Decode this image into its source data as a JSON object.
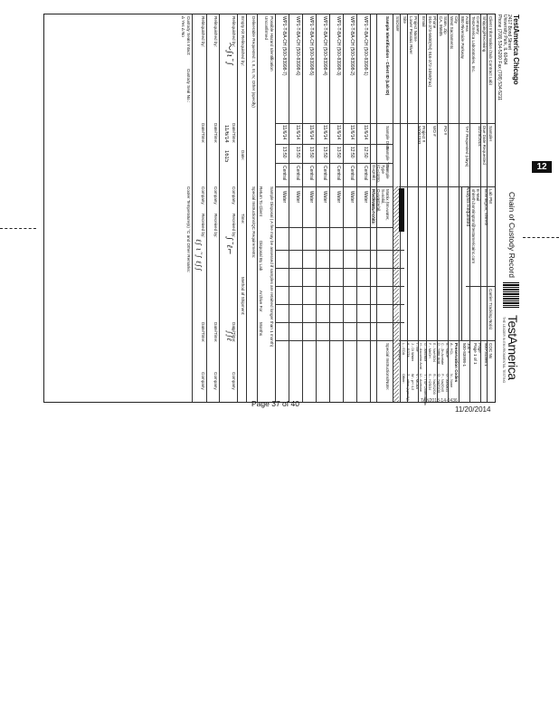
{
  "lab": {
    "name": "TestAmerica Chicago",
    "address_line1": "2417 Bond Street",
    "address_line2": "University Park, IL 60484",
    "phone": "Phone (708) 534-5200 Fax (708) 534-5211"
  },
  "title": "Chain of Custody Record",
  "logo_text": "TestAmerica",
  "logo_sub": "THE LEADER IN ENVIRONMENTAL TESTING",
  "client_info": {
    "client_contact_label": "Client Information (Sub Contract Lab)",
    "shipping_label": "Shipping/Receiving",
    "company_label": "Company",
    "company": "TestAmerica Laboratories, Inc.",
    "address_label": "Address",
    "address": "880 Riverside Parkway",
    "city_label": "City",
    "city": "West Sacramento",
    "state_zip_label": "State, Zip",
    "state_zip": "CA, 95605",
    "phone_label": "Phone",
    "phone": "916-373-5600(Tel) 916-372-1059(Fax)",
    "email_label": "Email",
    "project_label": "Project Name",
    "project": "Lower Passaic River",
    "site_label": "Site",
    "ssow_label": "SSOW#"
  },
  "sampler": {
    "sampler_label": "Sampler",
    "lab_pm_label": "Lab PM",
    "lab_pm": "Bonnington, Shireth",
    "email_label": "E-Mail",
    "email": "shireth.bonnington@testamericainc.com",
    "carrier_label": "Carrier Tracking No(s)",
    "coc_label": "COC No",
    "coc": "500-31386.1",
    "page_label": "Page",
    "page": "Page 1 of 1",
    "job_label": "Job #",
    "job": "500-83998-1"
  },
  "due_date": {
    "label": "Due Date Requested",
    "value": "11/25/2014",
    "tat_label": "TAT Requested (days)",
    "po_label": "PO #",
    "wo_label": "WO #",
    "project_no_label": "Project #",
    "project_no": "50004393"
  },
  "analysis_header": "Analysis Requested",
  "preservation_header": "Preservation Codes",
  "preservation_codes": [
    "A - HCL",
    "B - NaOH",
    "C - Zn Acetate",
    "D - Nitric Acid",
    "E - NaHSO4",
    "F - MeOH",
    "G - Amchlor",
    "H - Ascorbic Acid",
    "I - Ice",
    "J - DI Water",
    "K - EDTA",
    "L - EDA",
    "M - Hexane",
    "N - None",
    "O - AsNaO2",
    "P - Na2O4S",
    "Q - Na2SO3",
    "R - Na2S2O3",
    "S - H2SO4",
    "T - TSP Dodecahydrate",
    "U - Acetone",
    "V - MCAA",
    "W - pH 4-5",
    "Z - other (specify)",
    "Other:"
  ],
  "column_headers": {
    "sample_id": "Sample Identification - Client ID (Lab ID)",
    "sample_date": "Sample Date",
    "sample_time": "Sample Time",
    "sample_type": "Sample Type (C=comp, G=grab)",
    "matrix": "Matrix (W=water, S=solid, O=waste/oil, BT=Tissue, A=Air)",
    "filtered": "Field Filtered Sample (Yes or No)",
    "ms_msd": "Perform MS/MSD (Yes or No)",
    "containers": "Total Number of containers",
    "special": "Special Instructions/Note:",
    "preservation_code": "Preservation Code:"
  },
  "samples": [
    {
      "id": "WP1-T-BA-CH (500-83998-1)",
      "date": "11/6/14",
      "time": "12:50",
      "type": "Central",
      "matrix": "Water"
    },
    {
      "id": "WP1-T-BA-CH (500-83998-2)",
      "date": "11/6/14",
      "time": "12:50",
      "type": "Central",
      "matrix": "Water"
    },
    {
      "id": "WP1-T-BA-CH (500-83998-3)",
      "date": "11/6/14",
      "time": "13:50",
      "type": "Central",
      "matrix": "Water"
    },
    {
      "id": "WP1-T-BA-CH (500-83998-4)",
      "date": "11/6/14",
      "time": "13:50",
      "type": "Central",
      "matrix": "Water"
    },
    {
      "id": "WP1-T-BA-CH (500-83998-5)",
      "date": "11/6/14",
      "time": "13:50",
      "type": "Central",
      "matrix": "Water"
    },
    {
      "id": "WP1-T-BA-CH (500-83998-6)",
      "date": "11/6/14",
      "time": "13:50",
      "type": "Central",
      "matrix": "Water"
    },
    {
      "id": "WP1-T-BA-CH (500-83998-7)",
      "date": "11/6/14",
      "time": "13:50",
      "type": "Central",
      "matrix": "Water"
    }
  ],
  "footer": {
    "hazard_label": "Possible Hazard Identification",
    "hazard_value": "Unconfirmed",
    "deliverable_label": "Deliverable Requested: I, II, III, IV, Other (specify)",
    "disposal_label": "Sample Disposal ( A fee may be assessed if samples are retained longer than 1 month)",
    "return_label": "Return To Client",
    "disposal_lab_label": "Disposal By Lab",
    "archive_label": "Archive For",
    "months_label": "Months",
    "special_label": "Special Instructions/QC Requirements:",
    "kit_label": "Empty Kit Relinquished by:",
    "date_label": "Date:",
    "time_label": "Time:",
    "method_label": "Method of Shipment:",
    "relinquished_label": "Relinquished by:",
    "received_label": "Received by:",
    "datetime_label": "Date/Time:",
    "company_label": "Company",
    "seals_label": "Custody Seals Intact:",
    "seal_no_label": "Custody Seal No.:",
    "cooler_label": "Cooler Temperature(s) °C and Other Remarks:",
    "yes_no": "Δ Yes   Δ No",
    "relinquished_date": "11/6/14",
    "relinquished_time": "1615"
  },
  "page_number": "Page 37 of 40",
  "job_stamp": "TAN2013-14-0436",
  "date_stamp": "11/20/2014",
  "tab_number": "12"
}
